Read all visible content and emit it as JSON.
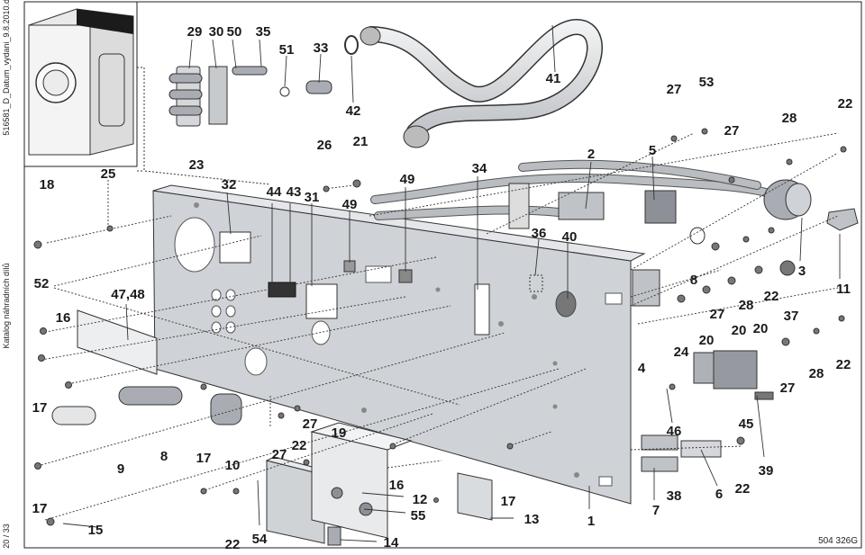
{
  "sidebar": {
    "document_ref": "516581_D_Datum_vydani_9.8.2010.doc",
    "catalog_title": "Katalog náhradních dílů",
    "page_number": "20 / 33"
  },
  "drawing_code": "504 326G",
  "part_callouts": [
    "29",
    "30",
    "50",
    "35",
    "51",
    "33",
    "42",
    "41",
    "27",
    "53",
    "22",
    "27",
    "28",
    "26",
    "21",
    "2",
    "5",
    "23",
    "25",
    "18",
    "32",
    "44",
    "43",
    "31",
    "49",
    "49",
    "34",
    "36",
    "40",
    "52",
    "47,48",
    "16",
    "8",
    "28",
    "22",
    "27",
    "20",
    "20",
    "3",
    "11",
    "37",
    "24",
    "20",
    "28",
    "22",
    "27",
    "4",
    "17",
    "46",
    "45",
    "17",
    "9",
    "8",
    "17",
    "10",
    "27",
    "22",
    "19",
    "27",
    "16",
    "12",
    "55",
    "17",
    "13",
    "1",
    "39",
    "7",
    "38",
    "6",
    "22",
    "17",
    "15",
    "22",
    "54",
    "14"
  ],
  "colors": {
    "panel_fill": "#cfd2d6",
    "panel_top": "#e4e6e9",
    "part_fill": "#a9adb3",
    "line": "#222222",
    "background": "#ffffff"
  }
}
